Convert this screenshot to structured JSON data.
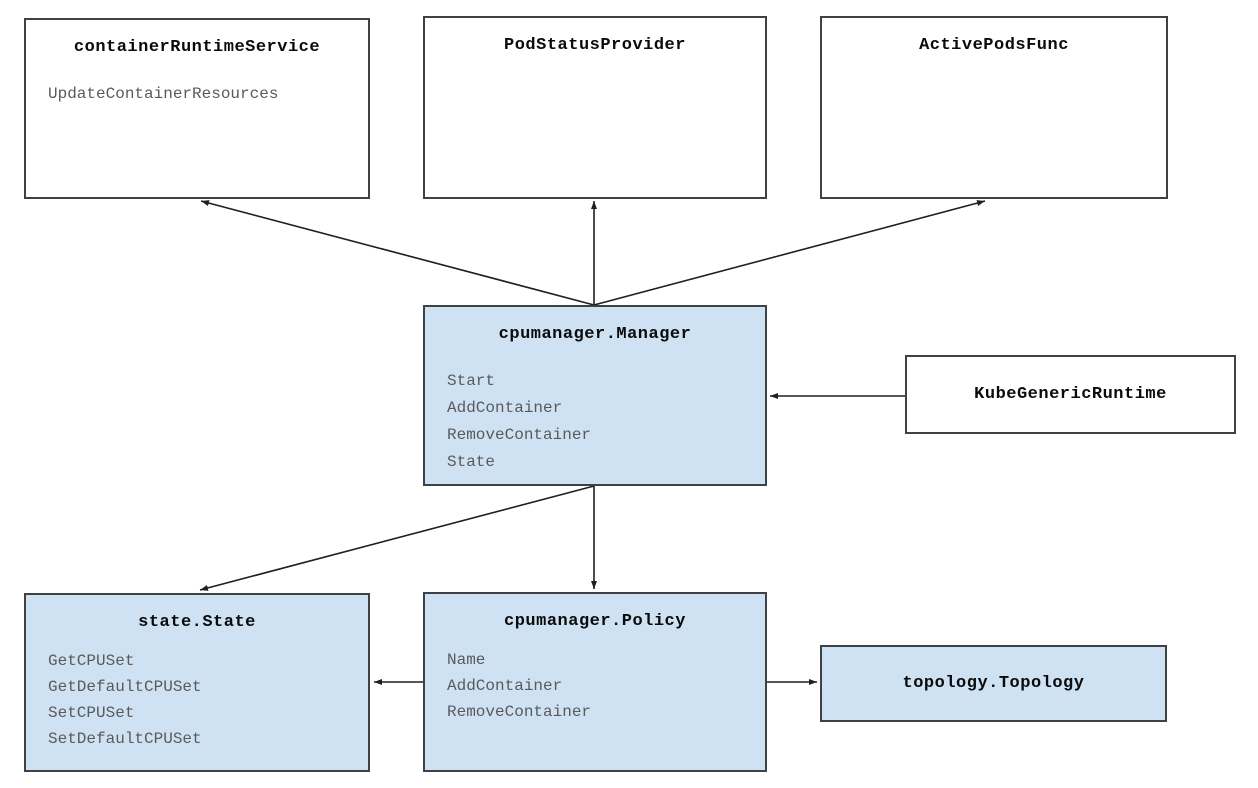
{
  "boxes": {
    "container_runtime_service": {
      "title": "containerRuntimeService",
      "methods": [
        "UpdateContainerResources"
      ]
    },
    "pod_status_provider": {
      "title": "PodStatusProvider",
      "methods": []
    },
    "active_pods_func": {
      "title": "ActivePodsFunc",
      "methods": []
    },
    "cpumanager_manager": {
      "title": "cpumanager.Manager",
      "methods": [
        "Start",
        "AddContainer",
        "RemoveContainer",
        "State"
      ]
    },
    "kube_generic_runtime": {
      "title": "KubeGenericRuntime",
      "methods": []
    },
    "state_state": {
      "title": "state.State",
      "methods": [
        "GetCPUSet",
        "GetDefaultCPUSet",
        "SetCPUSet",
        "SetDefaultCPUSet"
      ]
    },
    "cpumanager_policy": {
      "title": "cpumanager.Policy",
      "methods": [
        "Name",
        "AddContainer",
        "RemoveContainer"
      ]
    },
    "topology_topology": {
      "title": "topology.Topology",
      "methods": []
    }
  },
  "colors": {
    "box_fill_highlight": "#cfe2f3",
    "box_fill_plain": "#ffffff",
    "box_border": "#3f4245",
    "arrow_color": "#1f1f1f",
    "title_text": "#0b0b0b",
    "method_text": "#5a5a5a"
  }
}
